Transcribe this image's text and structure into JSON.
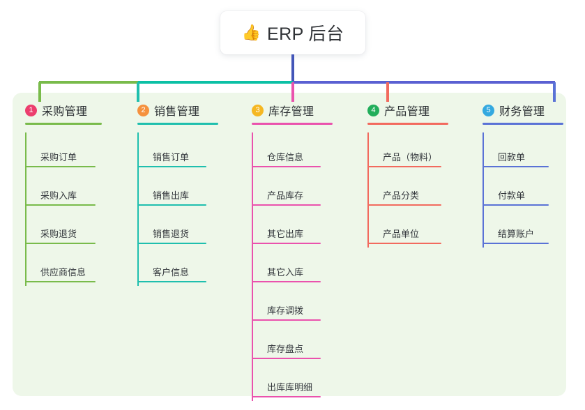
{
  "page": {
    "background": "#ffffff",
    "panel_color": "#eef7e9"
  },
  "root": {
    "icon": "thumbs-up-icon",
    "icon_glyph": "👍",
    "title": "ERP 后台"
  },
  "columns": [
    {
      "number": "1",
      "title": "采购管理",
      "badge_color": "#ec3e6e",
      "line_color": "#79bb4b",
      "stem_color": "#79bb4b",
      "items": [
        "采购订单",
        "采购入库",
        "采购退货",
        "供应商信息"
      ]
    },
    {
      "number": "2",
      "title": "销售管理",
      "badge_color": "#f5913e",
      "line_color": "#1fbfae",
      "stem_color": "#1fbfae",
      "items": [
        "销售订单",
        "销售出库",
        "销售退货",
        "客户信息"
      ]
    },
    {
      "number": "3",
      "title": "库存管理",
      "badge_color": "#f5b722",
      "line_color": "#ea52ad",
      "stem_color": "#ea52ad",
      "items": [
        "仓库信息",
        "产品库存",
        "其它出库",
        "其它入库",
        "库存调拨",
        "库存盘点",
        "出库库明细"
      ]
    },
    {
      "number": "4",
      "title": "产品管理",
      "badge_color": "#22ae5b",
      "line_color": "#f26a5e",
      "stem_color": "#f26a5e",
      "items": [
        "产品（物料）",
        "产品分类",
        "产品单位"
      ]
    },
    {
      "number": "5",
      "title": "财务管理",
      "badge_color": "#34a9e0",
      "line_color": "#5a72d6",
      "stem_color": "#5a72d6",
      "items": [
        "回款单",
        "付款单",
        "结算账户"
      ]
    }
  ],
  "connectors": {
    "root_stem_color": "#4356b8",
    "bar_segment_green": "#79bb4b",
    "bar_segment_teal": "#0cc0a5",
    "bar_segment_blue": "#5a60d2"
  }
}
